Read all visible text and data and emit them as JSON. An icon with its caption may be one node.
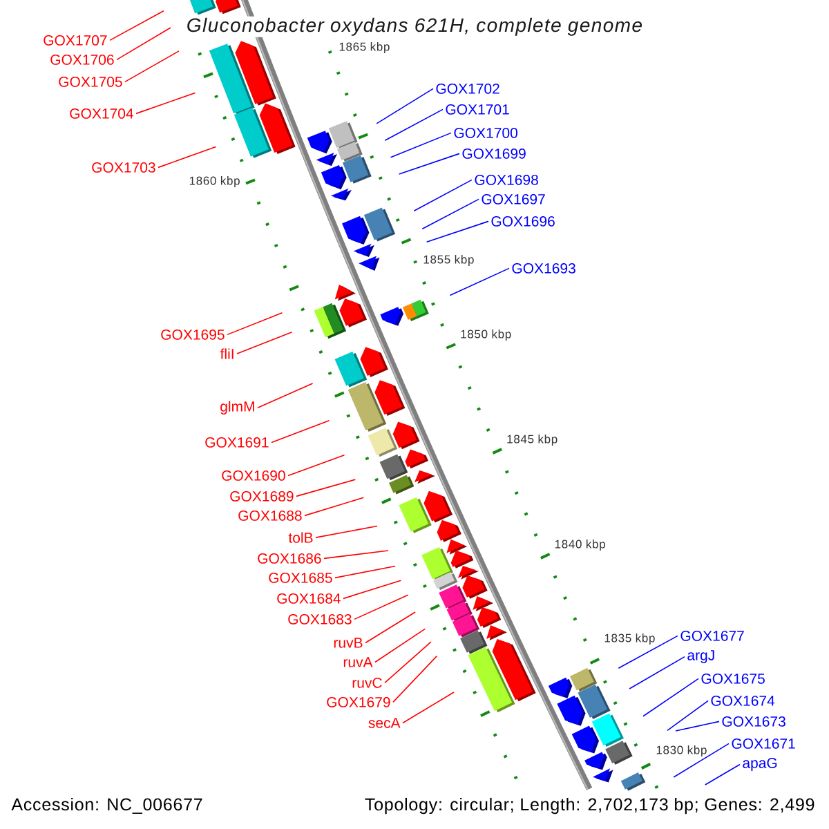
{
  "diagram": {
    "title": "Gluconobacter oxydans 621H, complete genome",
    "nodes": [
      {
        "text": [
          "GOX1707"
        ]
      },
      {
        "text": [
          "GOX1706"
        ]
      },
      {
        "text": [
          "GOX1705"
        ]
      },
      {
        "text": [
          "GOX1704"
        ]
      },
      {
        "text": [
          "GOX1703"
        ]
      },
      {
        "text": [
          "GOX1695"
        ]
      },
      {
        "text": [
          "fliI"
        ]
      },
      {
        "text": [
          "glmM"
        ]
      },
      {
        "text": [
          "GOX1691"
        ]
      },
      {
        "text": [
          "GOX1690"
        ]
      },
      {
        "text": [
          "GOX1689"
        ]
      },
      {
        "text": [
          "GOX1688"
        ]
      },
      {
        "text": [
          "tolB"
        ]
      },
      {
        "text": [
          "GOX1686"
        ]
      },
      {
        "text": [
          "GOX1685"
        ]
      },
      {
        "text": [
          "GOX1684"
        ]
      },
      {
        "text": [
          "GOX1683"
        ]
      },
      {
        "text": [
          "ruvB"
        ]
      },
      {
        "text": [
          "ruvA"
        ]
      },
      {
        "text": [
          "ruvC"
        ]
      },
      {
        "text": [
          "GOX1679"
        ]
      },
      {
        "text": [
          "secA"
        ]
      },
      {
        "text": [
          "GOX1702"
        ]
      },
      {
        "text": [
          "GOX1701"
        ]
      },
      {
        "text": [
          "GOX1700"
        ]
      },
      {
        "text": [
          "GOX1699"
        ]
      },
      {
        "text": [
          "GOX1698"
        ]
      },
      {
        "text": [
          "GOX1697"
        ]
      },
      {
        "text": [
          "GOX1696"
        ]
      },
      {
        "text": [
          "GOX1693"
        ]
      },
      {
        "text": [
          "GOX1677"
        ]
      },
      {
        "text": [
          "argJ"
        ]
      },
      {
        "text": [
          "GOX1675"
        ]
      },
      {
        "text": [
          "GOX1674"
        ]
      },
      {
        "text": [
          "GOX1673"
        ]
      },
      {
        "text": [
          "GOX1671"
        ]
      },
      {
        "text": [
          "apaG"
        ]
      }
    ],
    "edges": [
      {
        "from": 0,
        "to": null,
        "arrow": "none"
      },
      {
        "from": 1,
        "to": null,
        "arrow": "none"
      },
      {
        "from": 2,
        "to": null,
        "arrow": "none"
      },
      {
        "from": 3,
        "to": null,
        "arrow": "none"
      },
      {
        "from": 4,
        "to": null,
        "arrow": "none"
      },
      {
        "from": 5,
        "to": null,
        "arrow": "none"
      },
      {
        "from": 6,
        "to": null,
        "arrow": "none"
      },
      {
        "from": 7,
        "to": null,
        "arrow": "none"
      },
      {
        "from": 8,
        "to": null,
        "arrow": "none"
      },
      {
        "from": 9,
        "to": null,
        "arrow": "none"
      },
      {
        "from": 10,
        "to": null,
        "arrow": "none"
      },
      {
        "from": 11,
        "to": null,
        "arrow": "none"
      },
      {
        "from": 12,
        "to": null,
        "arrow": "none"
      },
      {
        "from": 13,
        "to": null,
        "arrow": "none"
      },
      {
        "from": 14,
        "to": null,
        "arrow": "none"
      },
      {
        "from": 15,
        "to": null,
        "arrow": "none"
      },
      {
        "from": 16,
        "to": null,
        "arrow": "none"
      },
      {
        "from": 17,
        "to": null,
        "arrow": "none"
      },
      {
        "from": 18,
        "to": null,
        "arrow": "none"
      },
      {
        "from": 19,
        "to": null,
        "arrow": "none"
      },
      {
        "from": 20,
        "to": null,
        "arrow": "none"
      },
      {
        "from": 21,
        "to": null,
        "arrow": "none"
      },
      {
        "from": 22,
        "to": null,
        "arrow": "none",
        "color": "#0000ff"
      },
      {
        "from": 23,
        "to": null,
        "arrow": "none",
        "color": "#0000ff"
      },
      {
        "from": 24,
        "to": null,
        "arrow": "none",
        "color": "#0000ff"
      },
      {
        "from": 25,
        "to": null,
        "arrow": "none",
        "color": "#0000ff"
      },
      {
        "from": 26,
        "to": null,
        "arrow": "none",
        "color": "#0000ff"
      },
      {
        "from": 27,
        "to": null,
        "arrow": "none",
        "color": "#0000ff"
      },
      {
        "from": 28,
        "to": null,
        "arrow": "none",
        "color": "#0000ff"
      },
      {
        "from": 29,
        "to": null,
        "arrow": "none",
        "color": "#0000ff"
      },
      {
        "from": 30,
        "to": null,
        "arrow": "none",
        "color": "#0000ff"
      },
      {
        "from": 31,
        "to": null,
        "arrow": "none",
        "color": "#0000ff"
      },
      {
        "from": 32,
        "to": null,
        "arrow": "none",
        "color": "#0000ff"
      },
      {
        "from": 33,
        "to": null,
        "arrow": "none",
        "color": "#0000ff"
      },
      {
        "from": 34,
        "to": null,
        "arrow": "none",
        "color": "#0000ff"
      },
      {
        "from": 35,
        "to": null,
        "arrow": "none",
        "color": "#0000ff"
      },
      {
        "from": 36,
        "to": null,
        "arrow": "none",
        "color": "#0000ff"
      }
    ],
    "labels": [
      "1865 kbp",
      "1860 kbp",
      "1855 kbp",
      "1850 kbp",
      "1845 kbp",
      "1840 kbp",
      "1835 kbp",
      "1830 kbp",
      "Accession: NC_006677",
      "Topology: circular; Length: 2,702,173 bp; Genes: 2,499"
    ]
  }
}
